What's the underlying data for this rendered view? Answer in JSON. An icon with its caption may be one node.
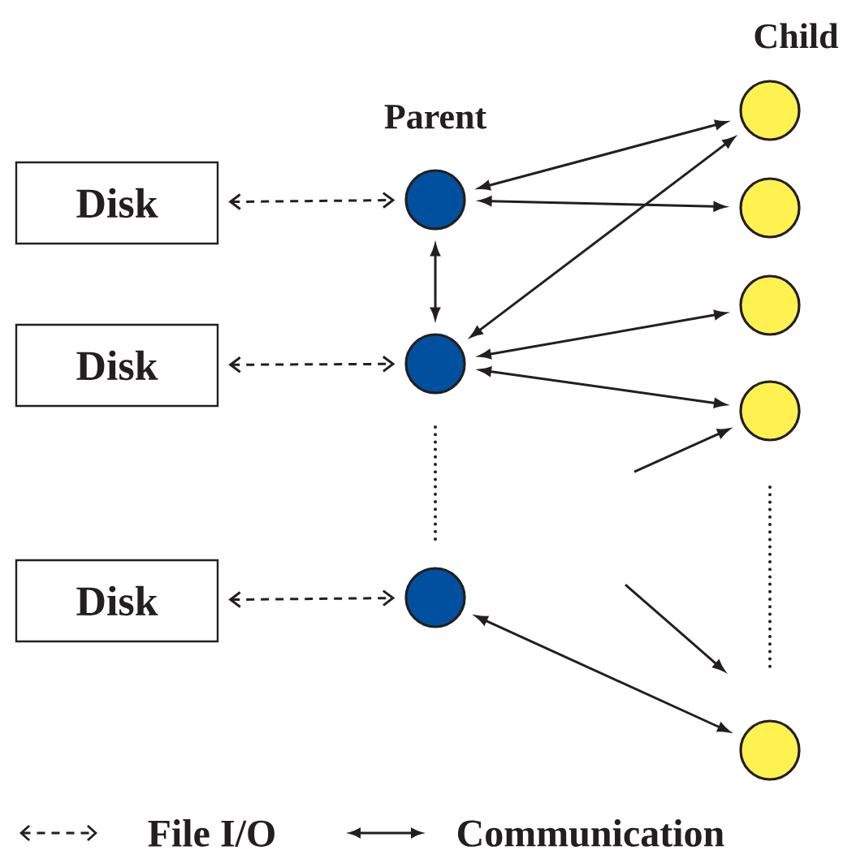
{
  "diagram": {
    "nodes": [
      {
        "text": [
          "Disk"
        ]
      },
      {
        "text": [
          "Disk"
        ]
      },
      {
        "text": [
          "Disk"
        ]
      },
      {
        "text": [],
        "shape": "circle"
      },
      {
        "text": [],
        "shape": "circle"
      },
      {
        "text": [],
        "shape": "circle"
      },
      {
        "text": [],
        "shape": "circle"
      },
      {
        "text": [],
        "shape": "circle"
      },
      {
        "text": [],
        "shape": "circle"
      },
      {
        "text": [],
        "shape": "circle"
      },
      {
        "text": [],
        "shape": "circle"
      }
    ],
    "edges": [
      {
        "from": 0,
        "to": 3,
        "arrow": "both",
        "style": "dashed"
      },
      {
        "from": 1,
        "to": 4,
        "arrow": "both",
        "style": "dashed"
      },
      {
        "from": 2,
        "to": 5,
        "arrow": "both",
        "style": "dashed"
      },
      {
        "from": 3,
        "to": 4,
        "arrow": "both"
      },
      {
        "from": 3,
        "to": 6,
        "arrow": "both"
      },
      {
        "from": 3,
        "to": 7,
        "arrow": "both"
      },
      {
        "from": 4,
        "to": 6,
        "arrow": "both"
      },
      {
        "from": 4,
        "to": 8,
        "arrow": "both"
      },
      {
        "from": 4,
        "to": 9,
        "arrow": "both"
      },
      {
        "from": null,
        "to": 9,
        "arrow": "to"
      },
      {
        "from": 5,
        "to": 10,
        "arrow": "both"
      }
    ],
    "labels": [
      "Child",
      "Parent"
    ],
    "legend": [
      {
        "text": "File I/O"
      },
      {
        "text": "Communication"
      }
    ]
  }
}
